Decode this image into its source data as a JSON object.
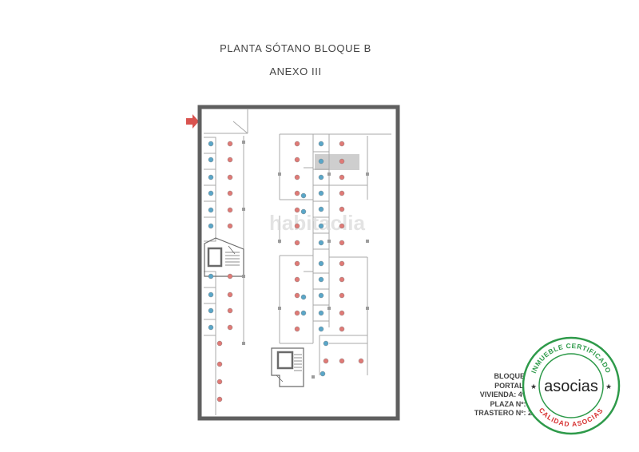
{
  "title": "PLANTA SÓTANO BLOQUE B",
  "subtitle": "ANEXO III",
  "watermark": "habitaclia",
  "info": [
    "BLOQUE B",
    "PORTAL: 5",
    "VIVIENDA: 4º D",
    "PLAZA Nº: 2",
    "TRASTERO Nº: 2"
  ],
  "seal": {
    "top_text": "INMUEBLE CERTIFICADO",
    "bottom_text": "CALIDAD ASOCIAS",
    "logo_text": "asocias",
    "colors": {
      "ring": "#2e9a4a",
      "accent": "#d62f2f"
    }
  },
  "colors": {
    "wall": "#5f5f5f",
    "line": "#a9a9a9",
    "red_marker": "#e07a76",
    "blue_marker": "#5aa6c8",
    "highlight": "#bdbdbd",
    "arrow": "#d9534f"
  }
}
